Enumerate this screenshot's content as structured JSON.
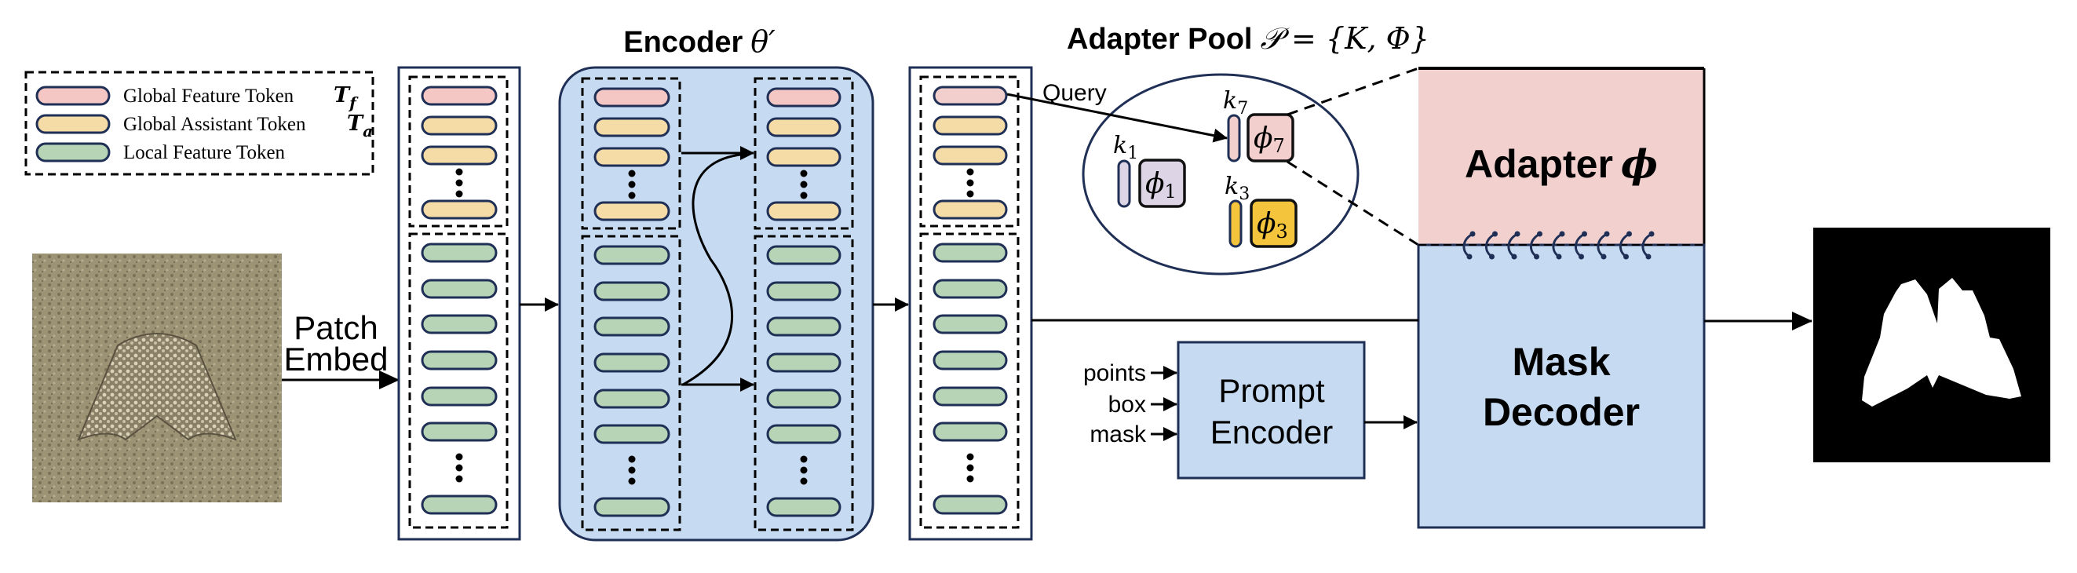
{
  "legend": {
    "items": [
      {
        "label": "Global Feature Token",
        "symbol": "T",
        "subscript": "f",
        "color": "#f4c7c5"
      },
      {
        "label": "Global Assistant Token",
        "symbol": "T",
        "subscript": "a",
        "color": "#f5dba6"
      },
      {
        "label": "Local Feature Token",
        "symbol": "",
        "subscript": "",
        "color": "#b7d4b6"
      }
    ]
  },
  "input_image": {
    "description": "camouflaged moth on tree bark",
    "patch_embed_label_line1": "Patch",
    "patch_embed_label_line2": "Embed"
  },
  "encoder": {
    "title": "Encoder",
    "title_math": "θ′",
    "fill": "#c6dbf2"
  },
  "adapter_pool": {
    "title": "Adapter Pool",
    "title_math": "𝒫 = {K, Φ}",
    "query_label": "Query",
    "entries": [
      {
        "key": "k",
        "key_sub": "1",
        "adapter": "ϕ",
        "adapter_sub": "1",
        "color": "#ddd5e6"
      },
      {
        "key": "k",
        "key_sub": "7",
        "adapter": "ϕ",
        "adapter_sub": "7",
        "color": "#f2cfcc"
      },
      {
        "key": "k",
        "key_sub": "3",
        "adapter": "ϕ",
        "adapter_sub": "3",
        "color": "#f4c43c"
      }
    ]
  },
  "adapter_block": {
    "label": "Adapter",
    "label_math": "ϕ",
    "fill": "#f1d0ce"
  },
  "mask_decoder": {
    "label_line1": "Mask",
    "label_line2": "Decoder",
    "fill": "#c6dbf2"
  },
  "prompt_encoder": {
    "label_line1": "Prompt",
    "label_line2": "Encoder",
    "fill": "#c6dbf2",
    "inputs": [
      "points",
      "box",
      "mask"
    ]
  },
  "output": {
    "description": "binary segmentation mask"
  },
  "colors": {
    "border": "#1f2f55",
    "global_feature": "#f4c7c5",
    "assistant": "#f5dba6",
    "local": "#b7d4b6"
  }
}
